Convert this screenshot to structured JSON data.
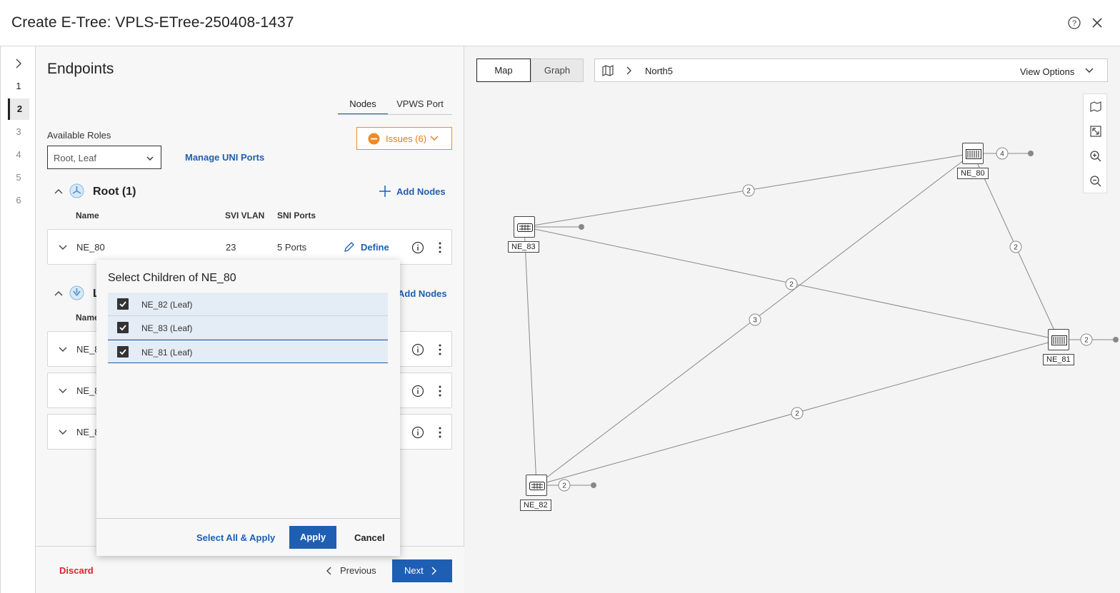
{
  "header": {
    "title": "Create E-Tree: VPLS-ETree-250408-1437"
  },
  "stepper": {
    "steps": [
      "1",
      "2",
      "3",
      "4",
      "5",
      "6"
    ],
    "active": 2
  },
  "endpoints": {
    "title": "Endpoints",
    "tabs": [
      "Nodes",
      "VPWS Port"
    ],
    "available_roles_label": "Available Roles",
    "available_roles_value": "Root, Leaf",
    "manage_uni_ports": "Manage UNI Ports",
    "issues_label": "Issues (6)",
    "root_section": {
      "title": "Root (1)",
      "add_nodes": "Add Nodes"
    },
    "leaf_section": {
      "title_partial": "L",
      "add_nodes": "Add Nodes"
    },
    "columns": {
      "name": "Name",
      "svi_vlan": "SVI VLAN",
      "sni_ports": "SNI Ports"
    },
    "leaf_columns": {
      "name_partial": "Name"
    },
    "root_row": {
      "name": "NE_80",
      "svi_vlan": "23",
      "sni_ports": "5 Ports",
      "define": "Define"
    },
    "leaf_rows": [
      {
        "name": "NE_8"
      },
      {
        "name": "NE_8"
      },
      {
        "name": "NE_8"
      }
    ]
  },
  "footer": {
    "discard": "Discard",
    "previous": "Previous",
    "next": "Next"
  },
  "popup": {
    "title": "Select Children of NE_80",
    "children": [
      "NE_82 (Leaf)",
      "NE_83 (Leaf)",
      "NE_81 (Leaf)"
    ],
    "select_all": "Select All & Apply",
    "apply": "Apply",
    "cancel": "Cancel"
  },
  "map": {
    "segments": [
      "Map",
      "Graph"
    ],
    "active_segment": "Map",
    "breadcrumb": "North5",
    "view_options": "View Options",
    "nodes": [
      "NE_80",
      "NE_83",
      "NE_81",
      "NE_82"
    ],
    "link_badges": [
      "2",
      "4",
      "2",
      "2",
      "3",
      "2",
      "2",
      "2"
    ]
  },
  "colors": {
    "accent": "#1e5fb3",
    "warning": "#f08a24",
    "danger": "#d9232e"
  }
}
